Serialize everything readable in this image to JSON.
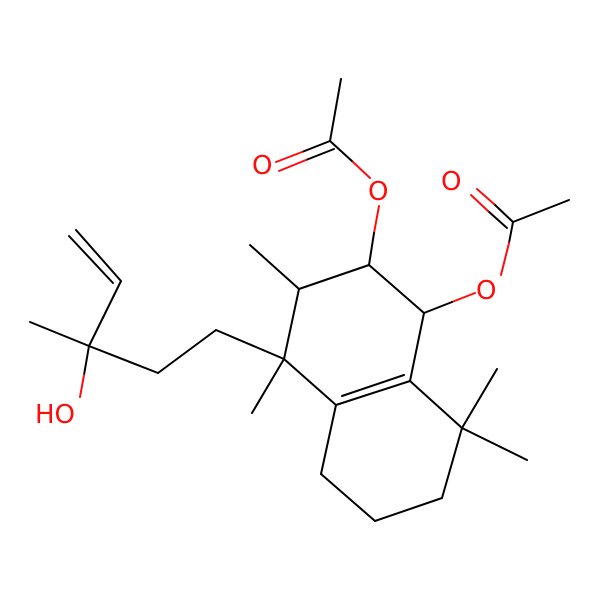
{
  "molecule": {
    "atom_labels": {
      "o_ketone_left": "O",
      "o_ester_left": "O",
      "o_ketone_right": "O",
      "o_ester_right": "O",
      "hydroxyl": "HO"
    }
  },
  "colors": {
    "bond": "#000000",
    "oxygen": "#ff0d0d",
    "background": "#ffffff"
  }
}
